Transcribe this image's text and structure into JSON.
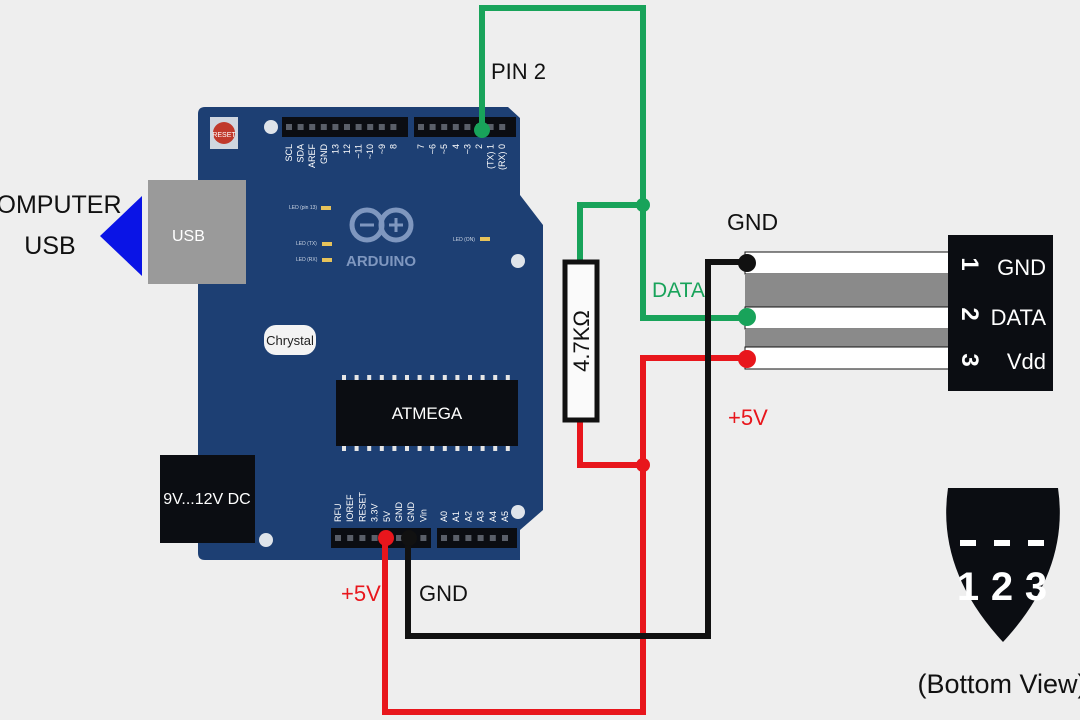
{
  "labels": {
    "computer_line1": "COMPUTER",
    "computer_line2": "USB",
    "usb": "USB",
    "power_jack": "9V...12V DC",
    "crystal": "Chrystal",
    "chip": "ATMEGA",
    "board_logo": "ARDUINO",
    "reset": "RESET",
    "pin2": "PIN 2",
    "resistor": "4.7KΩ",
    "data_wire": "DATA",
    "gnd_probe": "GND",
    "plus5v_probe": "+5V",
    "plus5v_board": "+5V",
    "gnd_board": "GND",
    "bottom_view": "(Bottom View)"
  },
  "header_top_pins": [
    "SCL",
    "SDA",
    "AREF",
    "GND",
    "13",
    "12",
    "~11",
    "~10",
    "~9",
    "8",
    "7",
    "~6",
    "~5",
    "4",
    "~3",
    "2",
    "(TX) 1",
    "(RX) 0"
  ],
  "header_bottom_pins": [
    "RFU",
    "IOREF",
    "RESET",
    "3.3V",
    "5V",
    "GND",
    "GND",
    "Vin",
    "A0",
    "A1",
    "A2",
    "A3",
    "A4",
    "A5"
  ],
  "board_leds": [
    "LED (pin 13)",
    "LED (TX)",
    "LED (RX)",
    "LED (ON)"
  ],
  "probe_pins": [
    {
      "number": "1",
      "name": "GND"
    },
    {
      "number": "2",
      "name": "DATA"
    },
    {
      "number": "3",
      "name": "Vdd"
    }
  ],
  "package_pins": [
    "1",
    "2",
    "3"
  ],
  "colors": {
    "background": "#eeeeee",
    "board": "#1d3f73",
    "wire_green": "#18a35a",
    "wire_red": "#e8161c",
    "wire_black": "#111111",
    "usb_arrow": "#0a14e6",
    "label_red": "#e8161c"
  }
}
